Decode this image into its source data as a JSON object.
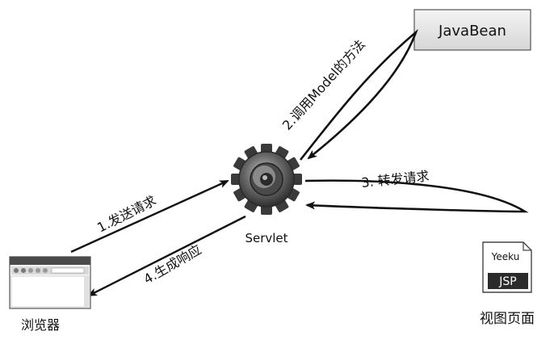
{
  "nodes": {
    "javabean": {
      "label": "JavaBean"
    },
    "servlet": {
      "label": "Servlet"
    },
    "browser": {
      "label": "浏览器"
    },
    "jsp": {
      "label": "视图页面",
      "doc_brand": "Yeeku",
      "doc_tag": "JSP"
    }
  },
  "edges": {
    "send_request": {
      "label": "1.发送请求"
    },
    "call_model": {
      "label": "2.调用Model的方法"
    },
    "forward_request": {
      "label": "3. 转发请求"
    },
    "generate_response": {
      "label": "4.生成响应"
    }
  },
  "colors": {
    "ink": "#111111",
    "box_fill": "#e9e9e9",
    "gear_dark": "#3a3a3a",
    "gear_mid": "#6a6a6a",
    "gear_light": "#a8a8a8",
    "tag_fill": "#2b2b2b"
  },
  "icons": {
    "servlet": "gear-icon",
    "browser": "browser-window-icon",
    "jsp": "document-icon"
  }
}
